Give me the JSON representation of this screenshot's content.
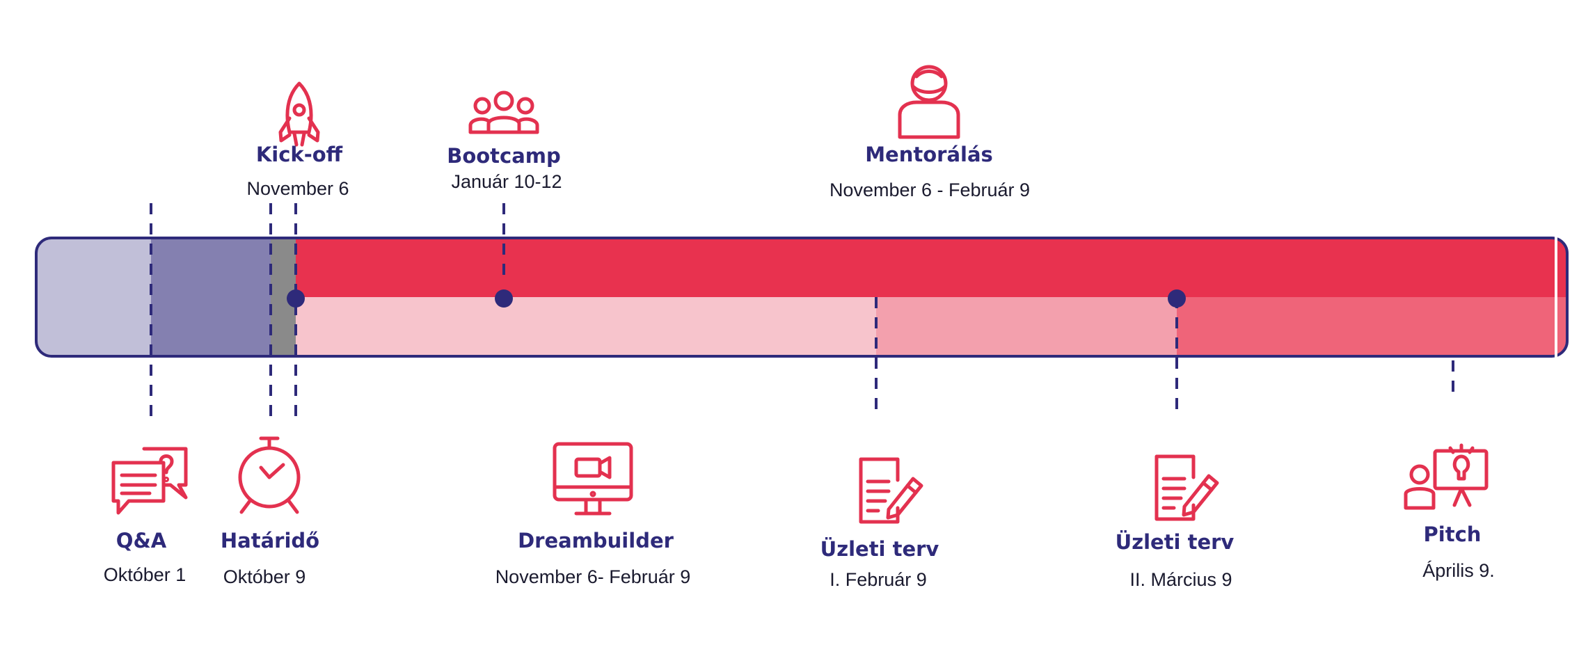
{
  "colors": {
    "navy": "#2e2a7a",
    "track_outline": "#2e2a7a",
    "seg_light_lavender": "#c1bfd8",
    "seg_purple": "#8480b0",
    "seg_gray": "#8a8a8a",
    "seg_red": "#e8324f",
    "seg_pink_light": "#f7c4cc",
    "seg_pink_mid": "#f3a0ad",
    "seg_pink_deep": "#ef6479",
    "icon_red": "#e3314f",
    "text_dark": "#1a1a2e"
  },
  "top_events": [
    {
      "id": "kickoff",
      "title": "Kick-off",
      "date": "November 6",
      "icon": "rocket-icon"
    },
    {
      "id": "bootcamp",
      "title": "Bootcamp",
      "date": "Január 10-12",
      "icon": "group-icon"
    },
    {
      "id": "mentoralas",
      "title": "Mentorálás",
      "date": "November 6 - Február 9",
      "icon": "mentor-icon"
    }
  ],
  "bottom_events": [
    {
      "id": "qa",
      "title": "Q&A",
      "date": "Október 1",
      "icon": "question-chat-icon"
    },
    {
      "id": "hatarido",
      "title": "Határidő",
      "date": "Október 9",
      "icon": "alarm-clock-icon"
    },
    {
      "id": "dreambuilder",
      "title": "Dreambuilder",
      "date": "November 6- Február 9",
      "icon": "video-monitor-icon"
    },
    {
      "id": "uzleti1",
      "title": "Üzleti terv",
      "date": "I. Február 9",
      "icon": "document-pen-icon"
    },
    {
      "id": "uzleti2",
      "title": "Üzleti terv",
      "date": "II. Március 9",
      "icon": "document-pen-icon"
    },
    {
      "id": "pitch",
      "title": "Pitch",
      "date": "Április 9.",
      "icon": "presentation-icon"
    }
  ]
}
